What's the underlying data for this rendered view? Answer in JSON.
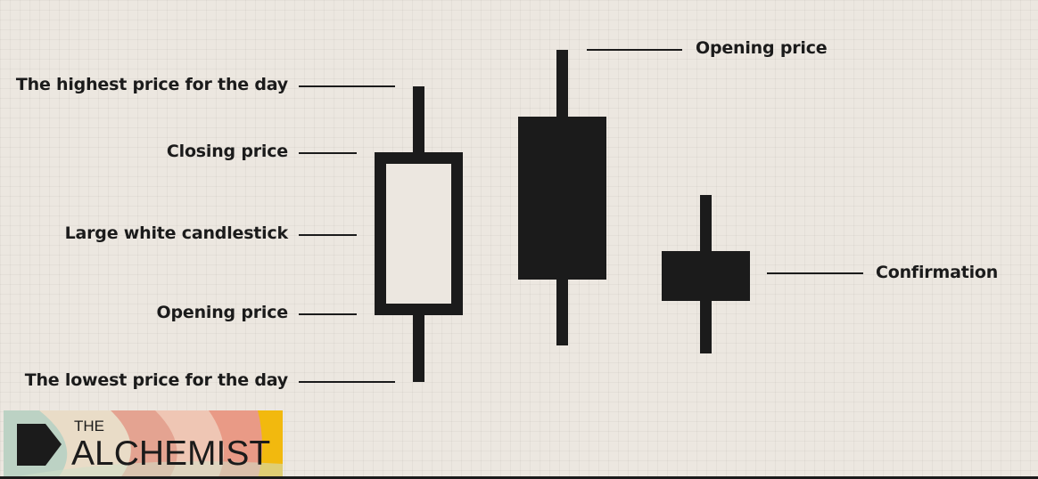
{
  "labels": {
    "highest": "The highest price for the day",
    "closing": "Closing price",
    "large_white": "Large white candlestick",
    "opening_left": "Opening price",
    "lowest": "The lowest price for the day",
    "opening_right": "Opening price",
    "confirmation": "Confirmation"
  },
  "logo": {
    "prefix": "THE",
    "name": "ALCHEMIST"
  },
  "colors": {
    "ink": "#1b1b1b",
    "background": "#ece7e0",
    "logo_yellow": "#f2b90e"
  }
}
